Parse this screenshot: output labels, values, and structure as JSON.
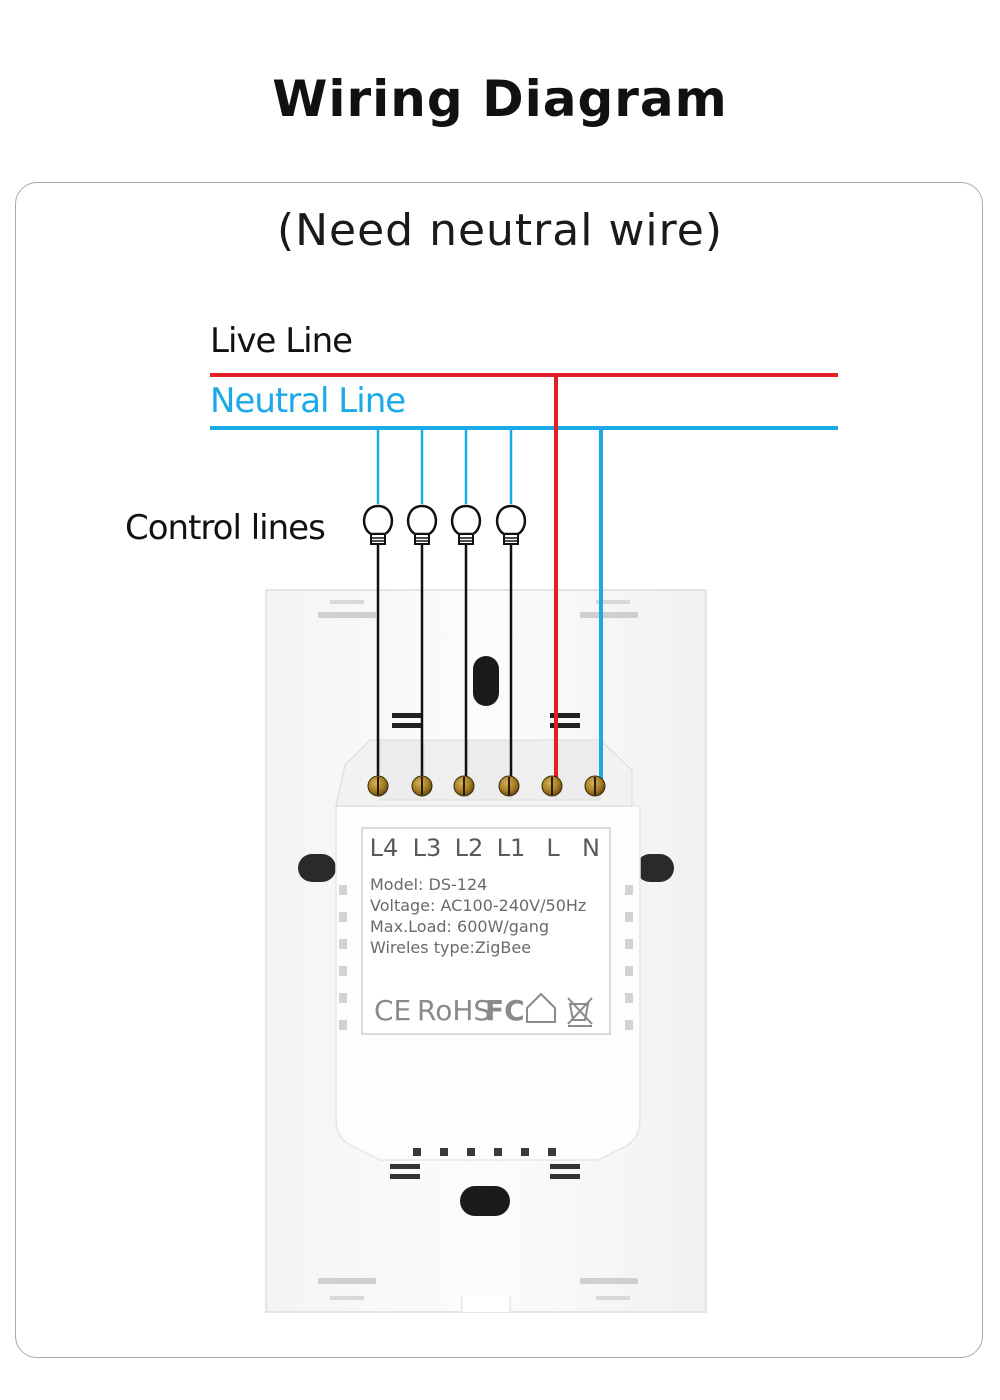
{
  "title": "Wiring Diagram",
  "subtitle": "(Need neutral wire)",
  "labels": {
    "live": "Live Line",
    "neutral": "Neutral Line",
    "control": "Control lines"
  },
  "colors": {
    "live": "#e11f26",
    "neutral": "#1ca9e8",
    "control": "#111111"
  },
  "terminals": [
    "L4",
    "L3",
    "L2",
    "L1",
    "L",
    "N"
  ],
  "device_info": {
    "model": "Model: DS-124",
    "voltage": "Voltage: AC100-240V/50Hz",
    "max_load": "Max.Load: 600W/gang",
    "wireless": "Wireles type:ZigBee"
  },
  "certifications": [
    "CE",
    "RoHS",
    "FC"
  ],
  "icons": [
    "bulb-icon",
    "house-icon",
    "weee-bin-icon"
  ]
}
